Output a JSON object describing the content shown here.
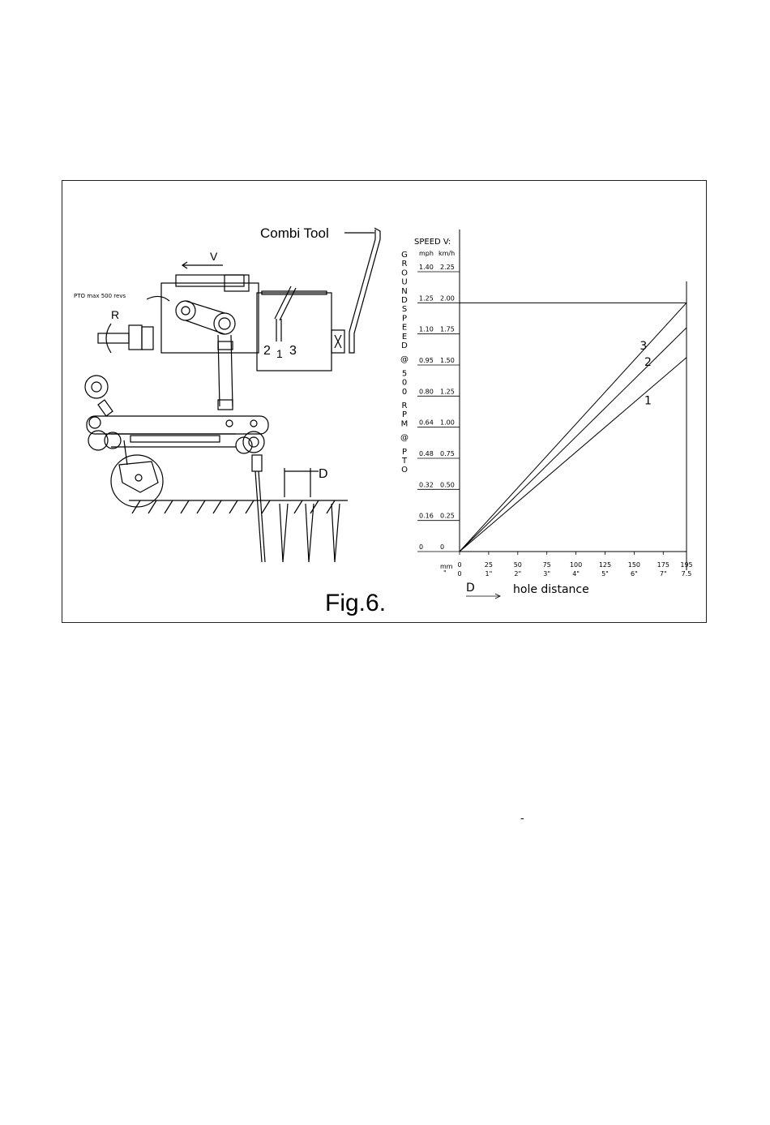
{
  "figure": {
    "caption": "Fig.6.",
    "machine": {
      "combi_tool_label": "Combi Tool",
      "v_label": "V",
      "pto_label": "PTO max 500 revs",
      "r_label": "R",
      "d_label": "D",
      "pos2": "2",
      "pos1": "1",
      "pos3": "3"
    }
  },
  "stray_mark": "-",
  "chart_data": {
    "type": "line",
    "title": "SPEED V:",
    "ylabel_vertical": "GROUNDSPEED @ 500 RPM @ PTO",
    "y_unit_labels": [
      "mph",
      "km/h"
    ],
    "y_ticks_mph": [
      "1.40",
      "1.25",
      "1.10",
      "0.95",
      "0.80",
      "0.64",
      "0.48",
      "0.32",
      "0.16",
      "0"
    ],
    "y_ticks_kmh": [
      "2.25",
      "2.00",
      "1.75",
      "1.50",
      "1.25",
      "1.00",
      "0.75",
      "0.50",
      "0.25",
      "0"
    ],
    "x_unit_mm": "mm",
    "x_unit_in": "\"",
    "x_ticks_mm": [
      "0",
      "25",
      "50",
      "75",
      "100",
      "125",
      "150",
      "175",
      "195"
    ],
    "x_ticks_in": [
      "0",
      "1\"",
      "2\"",
      "3\"",
      "4\"",
      "5\"",
      "6\"",
      "7\"",
      "7.5"
    ],
    "x_axis_arrow_label": "D",
    "xlabel": "hole distance",
    "xlim": [
      0,
      195
    ],
    "ylim_kmh": [
      0,
      2.25
    ],
    "series": [
      {
        "name": "3",
        "x": [
          0,
          195
        ],
        "y_kmh": [
          0,
          2.0
        ]
      },
      {
        "name": "2",
        "x": [
          0,
          195
        ],
        "y_kmh": [
          0,
          1.8
        ]
      },
      {
        "name": "1",
        "x": [
          0,
          195
        ],
        "y_kmh": [
          0,
          1.56
        ]
      }
    ],
    "reference_line_kmh": 2.0
  }
}
